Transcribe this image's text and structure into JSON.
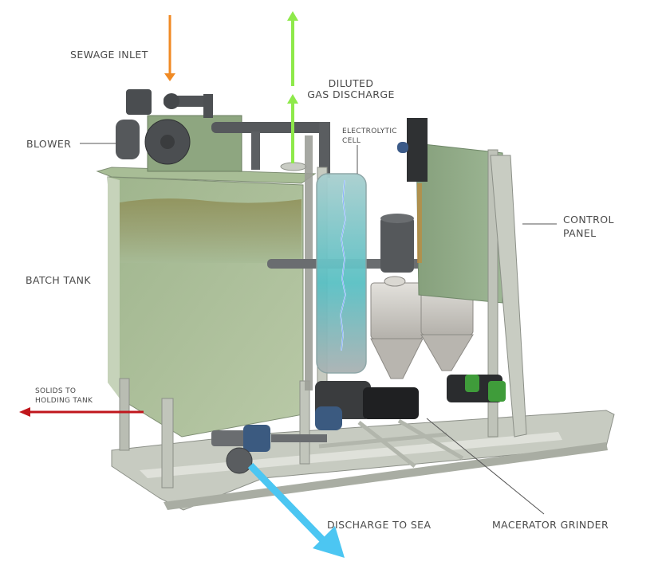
{
  "diagram": {
    "title": "",
    "type": "equipment-cutaway",
    "labels": {
      "sewage_inlet": "SEWAGE INLET",
      "blower": "BLOWER",
      "diluted_gas_line1": "DILUTED",
      "diluted_gas_line2": "GAS DISCHARGE",
      "electrolytic_line1": "ELECTROLYTIC",
      "electrolytic_line2": "CELL",
      "control_line1": "CONTROL",
      "control_line2": "PANEL",
      "batch_tank": "BATCH  TANK",
      "solids_line1": "SOLIDS TO",
      "solids_line2": "HOLDING TANK",
      "discharge_sea": "DISCHARGE TO SEA",
      "macerator": "MACERATOR GRINDER"
    },
    "flows": [
      {
        "name": "sewage-inlet",
        "direction": "down",
        "color": "#f08a24"
      },
      {
        "name": "diluted-gas-discharge",
        "direction": "up",
        "color": "#8ee94a"
      },
      {
        "name": "solids-to-holding-tank",
        "direction": "left",
        "color": "#c0161c"
      },
      {
        "name": "discharge-to-sea",
        "direction": "down-right",
        "color": "#4cc6f2"
      }
    ],
    "colors": {
      "tank_green": "#a8bd97",
      "frame_grey": "#b9bdb3",
      "pipe_dark": "#4a4d50",
      "cell_cyan": "#7fc7c9",
      "panel_green": "#93ae8a",
      "label_text": "#4a4a4a"
    }
  }
}
